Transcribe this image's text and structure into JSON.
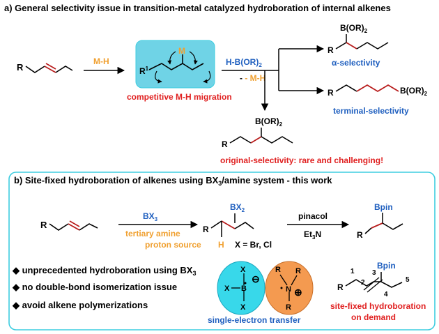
{
  "colors": {
    "black": "#000000",
    "blue": "#1f5fbf",
    "red": "#e02020",
    "orange": "#f0a030",
    "teal": "#6fd3e6",
    "teal_box_border": "#3ecde0",
    "cyan_ball": "#38d8ea",
    "orange_ball": "#f49a50",
    "bond_red": "#b81c1c"
  },
  "part_a": {
    "heading": "a) General selectivity issue in transition-metal catalyzed hydroboration of internal alkenes",
    "substrate_label": "R",
    "step1_reagent": "M-H",
    "intermediate_m": "M",
    "intermediate_r": "R",
    "intermediate_r_sup": "1",
    "migration_caption": "competitive M-H migration",
    "step2_reagent": "H-B(OR)",
    "step2_reagent_sub": "2",
    "step2_byproduct": "- M-H",
    "alpha_boron": "B(OR)",
    "alpha_boron_sub": "2",
    "alpha_r": "R",
    "alpha_caption": "α-selectivity",
    "terminal_r": "R",
    "terminal_boron": "B(OR)",
    "terminal_boron_sub": "2",
    "terminal_caption": "terminal-selectivity",
    "original_boron": "B(OR)",
    "original_boron_sub": "2",
    "original_r": "R",
    "original_caption": "original-selectivity: rare and challenging!"
  },
  "part_b": {
    "heading": "b) Site-fixed hydroboration of alkenes using BX",
    "heading_sub": "3",
    "heading_tail": "/amine system - this work",
    "substrate_label": "R",
    "reagent_top": "BX",
    "reagent_top_sub": "3",
    "reagent_line1": "tertiary amine",
    "reagent_line2": "proton source",
    "inter_boron": "BX",
    "inter_boron_sub": "2",
    "inter_h": "H",
    "inter_r": "R",
    "x_note": "X = Br, Cl",
    "step2_top": "pinacol",
    "step2_bottom": "Et",
    "step2_bottom_sub": "3",
    "step2_bottom_tail": "N",
    "product_boron": "Bpin",
    "product_r": "R",
    "bullets": [
      {
        "text": "unprecedented hydroboration using BX",
        "sub": "3"
      },
      {
        "text": "no double-bond isomerization issue",
        "sub": ""
      },
      {
        "text": "avoid alkene polymerizations",
        "sub": ""
      }
    ],
    "borate_atoms": {
      "x_top": "X",
      "x_left": "X",
      "x_bottom": "X",
      "b": "B",
      "charge": "⊖"
    },
    "amine_atoms": {
      "r_top_left": "R",
      "r_top_right": "R",
      "r_bottom": "R",
      "n": "N",
      "charge": "⊕"
    },
    "set_caption": "single-electron transfer",
    "sitefixed_boron": "Bpin",
    "sitefixed_r": "R",
    "positions": [
      "1",
      "2",
      "3",
      "4",
      "5"
    ],
    "sitefixed_caption_line1": "site-fixed hydroboration",
    "sitefixed_caption_line2": "on demand"
  }
}
